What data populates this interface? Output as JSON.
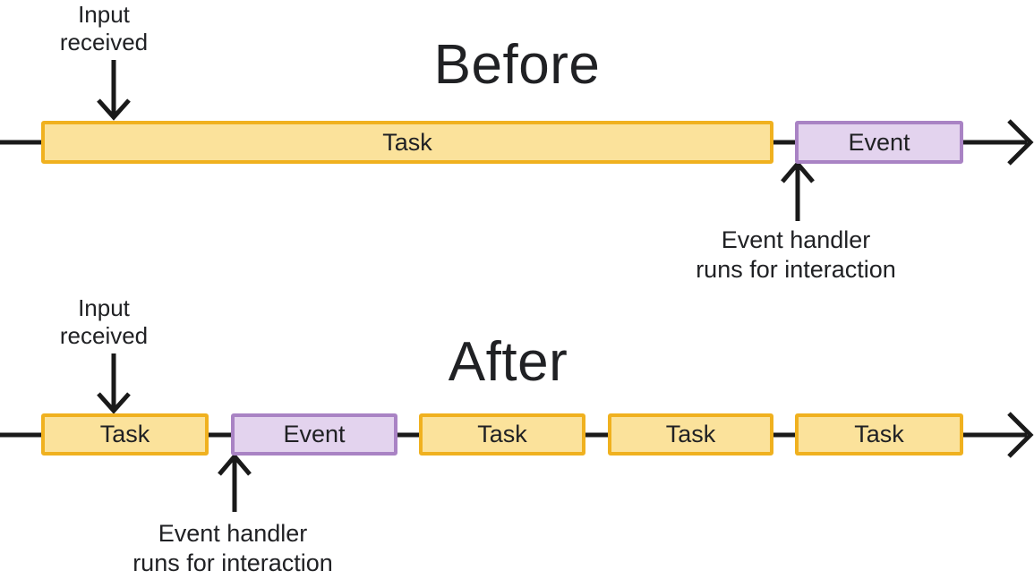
{
  "colors": {
    "background": "#FFFFFF",
    "task_fill": "#FBE29B",
    "task_border": "#F0B11F",
    "event_fill": "#E3D3EE",
    "event_border": "#A983C4",
    "text": "#202124",
    "arrow": "#1A1A1A"
  },
  "before": {
    "title": "Before",
    "input_label": "Input\nreceived",
    "handler_label": "Event handler\nruns for interaction",
    "segments": [
      {
        "type": "task",
        "label": "Task"
      },
      {
        "type": "event",
        "label": "Event"
      }
    ]
  },
  "after": {
    "title": "After",
    "input_label": "Input\nreceived",
    "handler_label": "Event handler\nruns for interaction",
    "segments": [
      {
        "type": "task",
        "label": "Task"
      },
      {
        "type": "event",
        "label": "Event"
      },
      {
        "type": "task",
        "label": "Task"
      },
      {
        "type": "task",
        "label": "Task"
      },
      {
        "type": "task",
        "label": "Task"
      }
    ]
  }
}
